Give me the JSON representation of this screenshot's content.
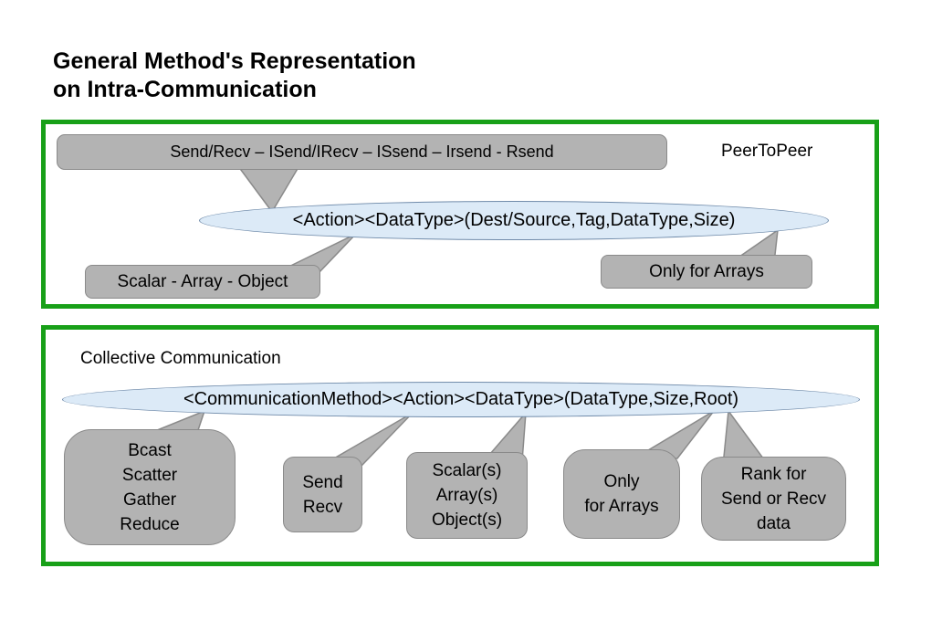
{
  "title": {
    "line1": "General Method's Representation",
    "line2": "on Intra-Communication"
  },
  "peer_to_peer": {
    "panel_label": "PeerToPeer",
    "methods_callout": "Send/Recv – ISend/IRecv – ISsend – Irsend - Rsend",
    "signature": "<Action><DataType>(Dest/Source,Tag,DataType,Size)",
    "type_callout": "Scalar - Array - Object",
    "size_callout": "Only for Arrays"
  },
  "collective": {
    "panel_label": "Collective Communication",
    "signature": "<CommunicationMethod><Action><DataType>(DataType,Size,Root)",
    "method_callout": {
      "line1": "Bcast",
      "line2": "Scatter",
      "line3": "Gather",
      "line4": "Reduce"
    },
    "action_callout": {
      "line1": "Send",
      "line2": "Recv"
    },
    "type_callout": {
      "line1": "Scalar(s)",
      "line2": "Array(s)",
      "line3": "Object(s)"
    },
    "size_callout": {
      "line1": "Only",
      "line2": "for Arrays"
    },
    "root_callout": {
      "line1": "Rank for",
      "line2": "Send or Recv",
      "line3": "data"
    }
  },
  "colors": {
    "panel_border": "#18a018",
    "callout_fill": "#b3b3b3",
    "callout_border": "#8a8a8a",
    "ellipse_fill": "#dceaf7",
    "ellipse_border": "#708baa"
  }
}
